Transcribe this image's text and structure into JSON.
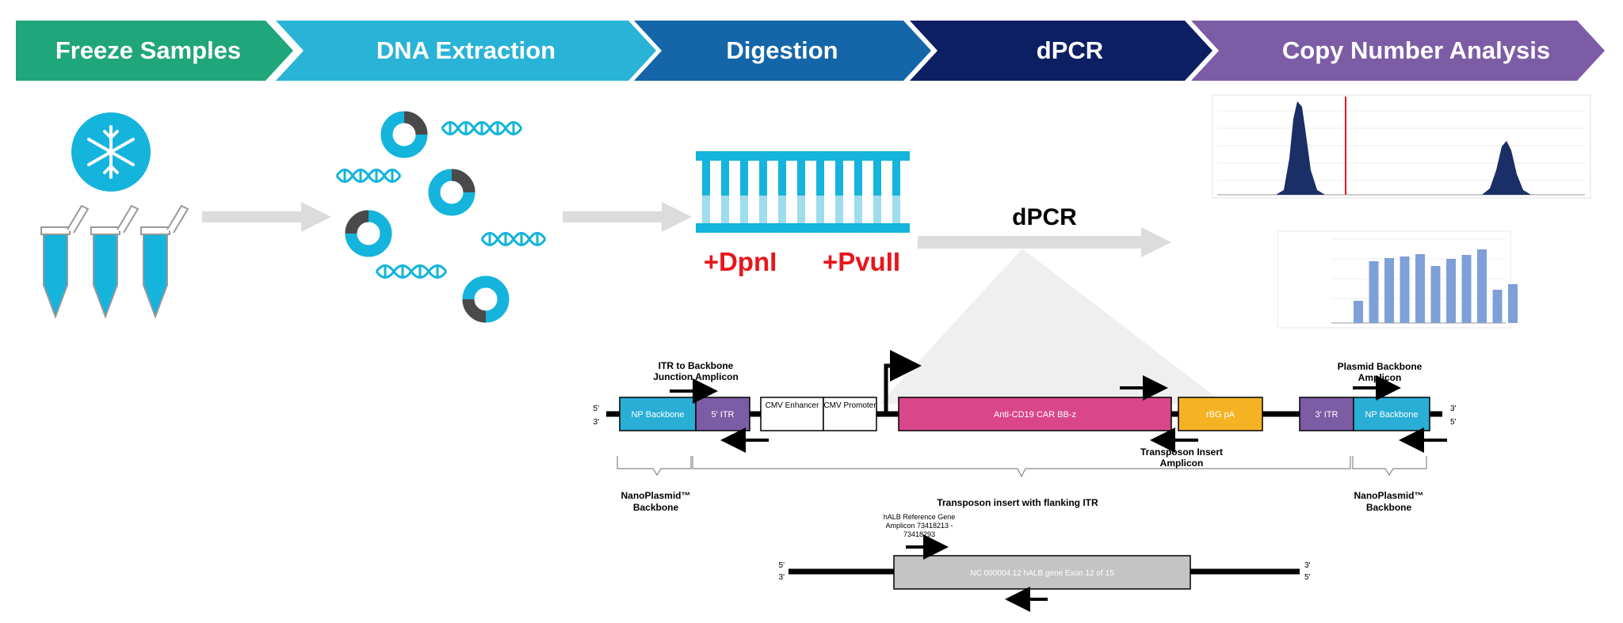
{
  "steps": [
    {
      "label": "Freeze Samples",
      "color": "#1fa67a"
    },
    {
      "label": "DNA Extraction",
      "color": "#29b3d6"
    },
    {
      "label": "Digestion",
      "color": "#1466a8"
    },
    {
      "label": "dPCR",
      "color": "#0d1f63"
    },
    {
      "label": "Copy Number Analysis",
      "color": "#7d5ca6"
    }
  ],
  "digestion": {
    "enzyme1": "+DpnI",
    "enzyme2": "+PvuII",
    "color": "#e8161b"
  },
  "dpcr_label": "dPCR",
  "construct": {
    "end5_top": "5'",
    "end5_bottom": "3'",
    "end3_top": "3'",
    "end3_bottom": "5'",
    "np_backbone_left": "NP Backbone",
    "itr5": "5' ITR",
    "cmv_enhancer": "CMV Enhancer",
    "cmv_promoter": "CMV Promoter",
    "car": "Anti-CD19 CAR BB-z",
    "rbg_pa": "rBG pA",
    "itr3": "3' ITR",
    "np_backbone_right": "NP Backbone",
    "amplicon_itr": "ITR to Backbone Junction Amplicon",
    "amplicon_plasmid": "Plasmid Backbone Amplicon",
    "amplicon_transposon": "Transposon Insert Amplicon",
    "brace_left": "NanoPlasmid™ Backbone",
    "brace_middle": "Transposon insert with flanking ITR",
    "brace_right": "NanoPlasmid™ Backbone"
  },
  "reference": {
    "label": "hALB Reference Gene Amplicon 73418213 - 73418293",
    "gene": "NC 000004.12 hALB gene Exon 12 of 15",
    "end5_top": "5'",
    "end5_bottom": "3'",
    "end3_top": "3'",
    "end3_bottom": "5'"
  },
  "colors": {
    "cyan": "#14b4dc",
    "dark_grey": "#4a4a4a",
    "np_backbone": "#29aed6",
    "itr": "#7d5ca6",
    "car": "#d9478a",
    "rbg": "#f5b324",
    "gene": "#c4c4c4",
    "bars": "#7f9fd8",
    "hist": "#1a2f66"
  }
}
